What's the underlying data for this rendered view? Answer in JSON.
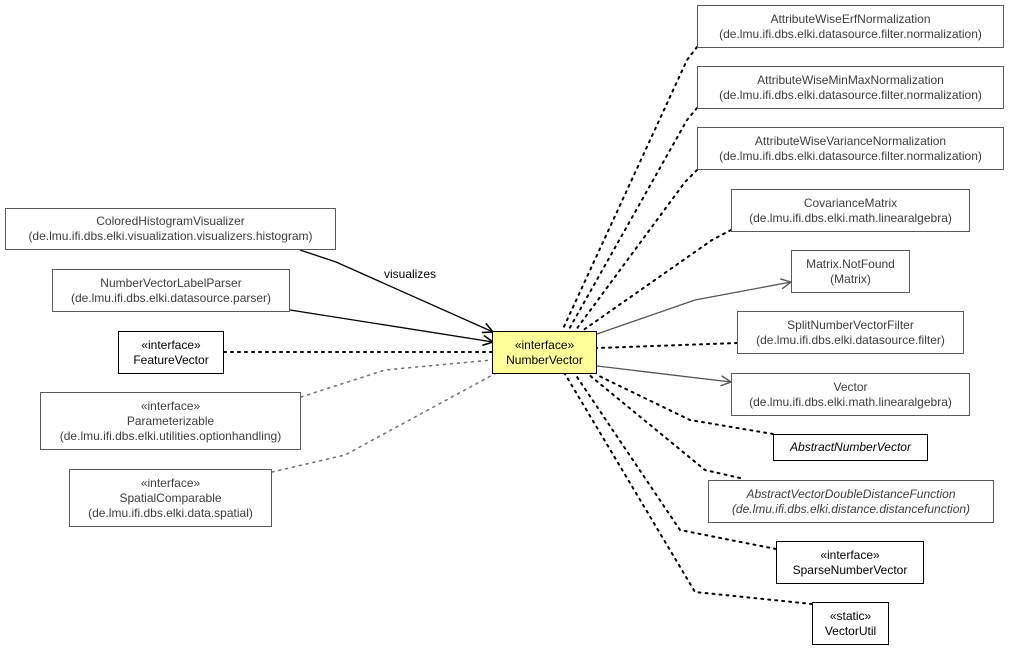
{
  "diagram": {
    "focus": {
      "stereotype": "«interface»",
      "name": "NumberVector"
    },
    "left_nodes": [
      {
        "name": "ColoredHistogramVisualizer",
        "package": "(de.lmu.ifi.dbs.elki.visualization.visualizers.histogram)"
      },
      {
        "name": "NumberVectorLabelParser",
        "package": "(de.lmu.ifi.dbs.elki.datasource.parser)"
      },
      {
        "stereotype": "«interface»",
        "name": "FeatureVector"
      },
      {
        "stereotype": "«interface»",
        "name": "Parameterizable",
        "package": "(de.lmu.ifi.dbs.elki.utilities.optionhandling)"
      },
      {
        "stereotype": "«interface»",
        "name": "SpatialComparable",
        "package": "(de.lmu.ifi.dbs.elki.data.spatial)"
      }
    ],
    "right_nodes": [
      {
        "name": "AttributeWiseErfNormalization",
        "package": "(de.lmu.ifi.dbs.elki.datasource.filter.normalization)"
      },
      {
        "name": "AttributeWiseMinMaxNormalization",
        "package": "(de.lmu.ifi.dbs.elki.datasource.filter.normalization)"
      },
      {
        "name": "AttributeWiseVarianceNormalization",
        "package": "(de.lmu.ifi.dbs.elki.datasource.filter.normalization)"
      },
      {
        "name": "CovarianceMatrix",
        "package": "(de.lmu.ifi.dbs.elki.math.linearalgebra)"
      },
      {
        "name": "Matrix.NotFound",
        "package": "(Matrix)"
      },
      {
        "name": "SplitNumberVectorFilter",
        "package": "(de.lmu.ifi.dbs.elki.datasource.filter)"
      },
      {
        "name": "Vector",
        "package": "(de.lmu.ifi.dbs.elki.math.linearalgebra)"
      },
      {
        "name": "AbstractNumberVector"
      },
      {
        "name": "AbstractVectorDoubleDistanceFunction",
        "package": "(de.lmu.ifi.dbs.elki.distance.distancefunction)"
      },
      {
        "stereotype": "«interface»",
        "name": "SparseNumberVector"
      },
      {
        "stereotype": "«static»",
        "name": "VectorUtil"
      }
    ],
    "edge_label": "visualizes"
  }
}
